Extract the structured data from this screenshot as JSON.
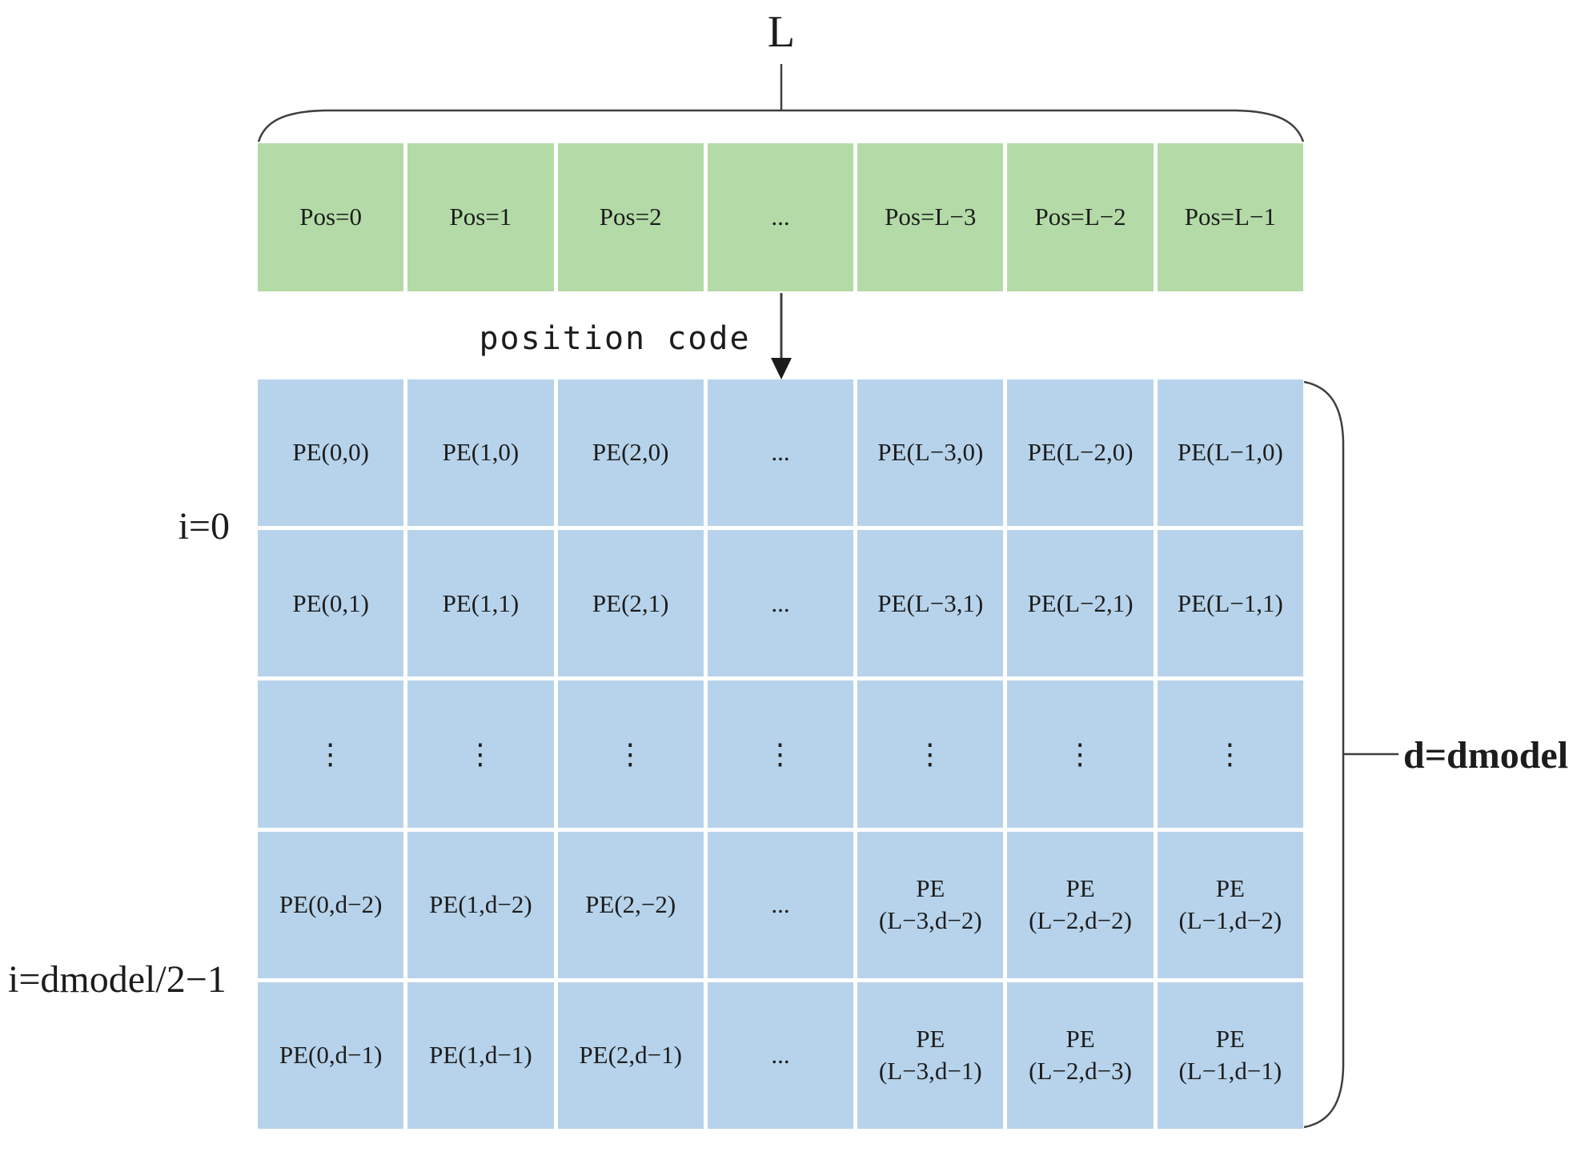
{
  "labels": {
    "top_brace": "L",
    "arrow": "position code",
    "left_top": "i=0",
    "left_bottom": "i=dmodel/2−1",
    "right": "d=dmodel"
  },
  "colors": {
    "green": "#b4dba7",
    "blue": "#b7d3eb",
    "line": "#3f3f3f"
  },
  "green_row": {
    "cells": [
      "Pos=0",
      "Pos=1",
      "Pos=2",
      "...",
      "Pos=L−3",
      "Pos=L−2",
      "Pos=L−1"
    ]
  },
  "pe_grid": {
    "rows": [
      [
        "PE(0,0)",
        "PE(1,0)",
        "PE(2,0)",
        "...",
        "PE(L−3,0)",
        "PE(L−2,0)",
        "PE(L−1,0)"
      ],
      [
        "PE(0,1)",
        "PE(1,1)",
        "PE(2,1)",
        "...",
        "PE(L−3,1)",
        "PE(L−2,1)",
        "PE(L−1,1)"
      ],
      [
        "⋮",
        "⋮",
        "⋮",
        "⋮",
        "⋮",
        "⋮",
        "⋮"
      ],
      [
        "PE(0,d−2)",
        "PE(1,d−2)",
        "PE(2,−2)",
        "...",
        "PE\n(L−3,d−2)",
        "PE\n(L−2,d−2)",
        "PE\n(L−1,d−2)"
      ],
      [
        "PE(0,d−1)",
        "PE(1,d−1)",
        "PE(2,d−1)",
        "...",
        "PE\n(L−3,d−1)",
        "PE\n(L−2,d−3)",
        "PE\n(L−1,d−1)"
      ]
    ]
  }
}
